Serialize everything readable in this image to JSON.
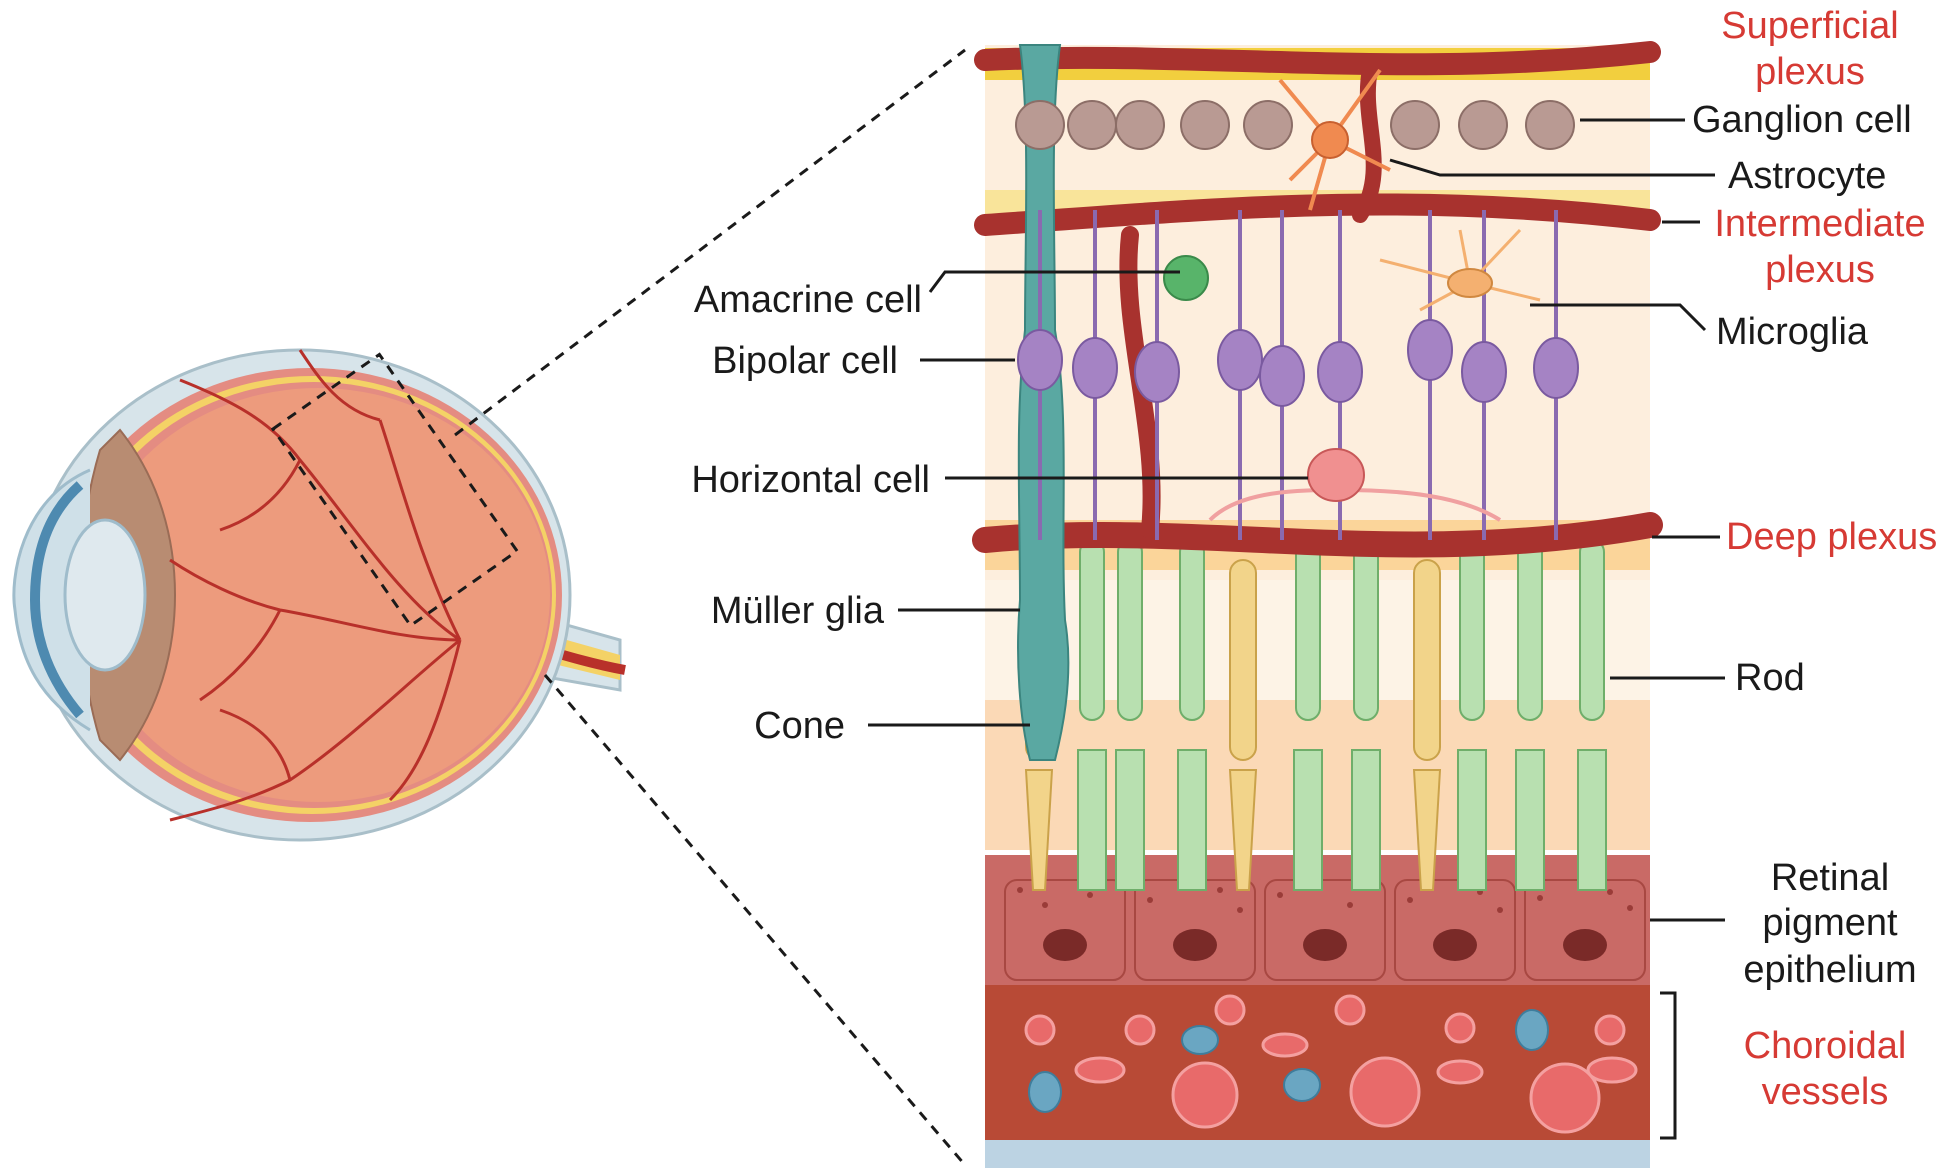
{
  "diagram": {
    "labels": {
      "superficial_plexus": [
        "Superficial",
        "plexus"
      ],
      "ganglion_cell": "Ganglion cell",
      "astrocyte": "Astrocyte",
      "intermediate_plexus": [
        "Intermediate",
        "plexus"
      ],
      "microglia": "Microglia",
      "amacrine_cell": "Amacrine cell",
      "bipolar_cell": "Bipolar cell",
      "horizontal_cell": "Horizontal cell",
      "deep_plexus": "Deep plexus",
      "muller_glia": "Müller glia",
      "rod": "Rod",
      "cone": "Cone",
      "rpe": [
        "Retinal",
        "pigment",
        "epithelium"
      ],
      "choroidal_vessels": [
        "Choroidal",
        "vessels"
      ]
    },
    "colors": {
      "plexus_label": "#d63a34",
      "cell_label": "#1a1a1a",
      "vessel": "#a8322e",
      "choroid": "#b84a36",
      "rpe": "#c96a66",
      "ganglion": "#b99a93",
      "bipolar": "#a583c4",
      "muller": "#5aa8a2",
      "rod": "#b8e0b0",
      "cone": "#f2d48a",
      "amacrine": "#58b46a",
      "astrocyte": "#f08a50",
      "microglia": "#f4b070"
    }
  }
}
